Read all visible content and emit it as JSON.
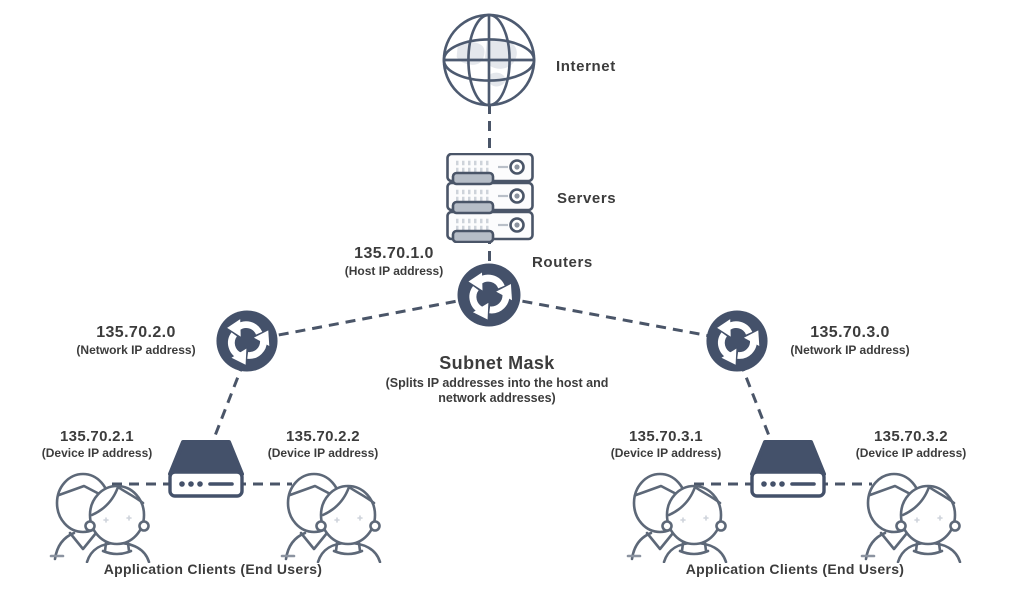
{
  "diagram": {
    "title_implicit": "Subnet mask network diagram",
    "colors": {
      "dark_fill": "#44516a",
      "wire": "#4a5568",
      "people_stroke": "#5d6878",
      "text": "#3c3c3c",
      "tray": "#b6bdc7",
      "vent": "#ced3da",
      "continent": "#e4e7ec",
      "background": "#ffffff"
    },
    "icons": {
      "internet": "globe-icon",
      "servers": "server-stack-icon",
      "router": "router-icon",
      "switch": "switch-icon",
      "clients": "users-icon"
    },
    "nodes": {
      "internet": {
        "label": "Internet"
      },
      "servers": {
        "label": "Servers"
      },
      "routers": {
        "label": "Routers"
      },
      "host_ip": {
        "ip": "135.70.1.0",
        "caption": "(Host IP address)"
      },
      "network_left": {
        "ip": "135.70.2.0",
        "caption": "(Network IP address)"
      },
      "network_right": {
        "ip": "135.70.3.0",
        "caption": "(Network IP address)"
      },
      "subnet_mask": {
        "title": "Subnet Mask",
        "caption_line1": "(Splits IP addresses into the host and",
        "caption_line2": "network addresses)"
      },
      "device_2_1": {
        "ip": "135.70.2.1",
        "caption": "(Device IP address)"
      },
      "device_2_2": {
        "ip": "135.70.2.2",
        "caption": "(Device IP address)"
      },
      "device_3_1": {
        "ip": "135.70.3.1",
        "caption": "(Device IP address)"
      },
      "device_3_2": {
        "ip": "135.70.3.2",
        "caption": "(Device IP address)"
      },
      "clients_left": {
        "label": "Application Clients (End Users)"
      },
      "clients_right": {
        "label": "Application Clients (End Users)"
      }
    }
  }
}
